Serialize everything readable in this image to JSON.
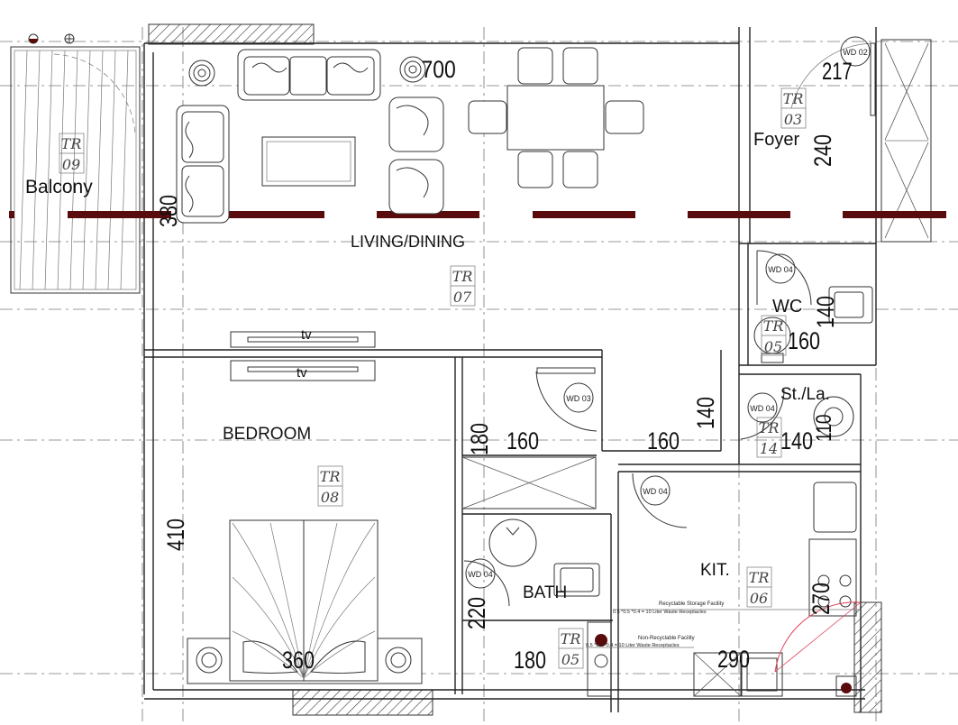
{
  "rooms": {
    "balcony": {
      "label": "Balcony",
      "tag": "TR",
      "tag_no": "09"
    },
    "living": {
      "label": "LIVING/DINING",
      "tag": "TR",
      "tag_no": "07"
    },
    "foyer": {
      "label": "Foyer",
      "tag": "TR",
      "tag_no": "03"
    },
    "wc": {
      "label": "WC",
      "tag": "TR",
      "tag_no": "05"
    },
    "store": {
      "label": "St./La.",
      "tag": "TR",
      "tag_no": "14"
    },
    "bedroom": {
      "label": "BEDROOM",
      "tag": "TR",
      "tag_no": "08"
    },
    "bath": {
      "label": "BATH",
      "tag": "TR",
      "tag_no": "05"
    },
    "kitchen": {
      "label": "KIT.",
      "tag": "TR",
      "tag_no": "06"
    }
  },
  "doors": {
    "foyer": "WD 02",
    "wc": "WD 04",
    "bath_entry": "WD 03",
    "store": "WD 04",
    "kitchen": "WD 04",
    "bath": "WD 04"
  },
  "dims": {
    "living_width": "700",
    "foyer_door": "217",
    "foyer_height": "240",
    "living_height": "380",
    "wc_width": "160",
    "wc_height": "140",
    "bath_entry_height": "180",
    "bath_entry_width": "160",
    "corridor_width": "160",
    "corridor_height": "140",
    "store_width": "140",
    "store_height": "110",
    "bedroom_height": "410",
    "bedroom_width": "360",
    "bath_height": "220",
    "bath_width": "180",
    "kitchen_height": "270",
    "kitchen_width": "290"
  },
  "tv_labels": [
    "tv",
    "tv"
  ],
  "notes": {
    "recyclable_title": "Recyclable Storage Facility",
    "recyclable_spec": "0.5 *0.5 *0.4 = 10 Liter Waste Receptacles",
    "nonrecyclable_title": "Non-Recyclable Facility",
    "nonrecyclable_spec": "0.5 *0.5 *0.4 = 10 Liter Waste Receptacles"
  },
  "colors": {
    "section_line": "#5a0c0c",
    "wall": "#222222",
    "swing_arc": "#e0405a"
  }
}
